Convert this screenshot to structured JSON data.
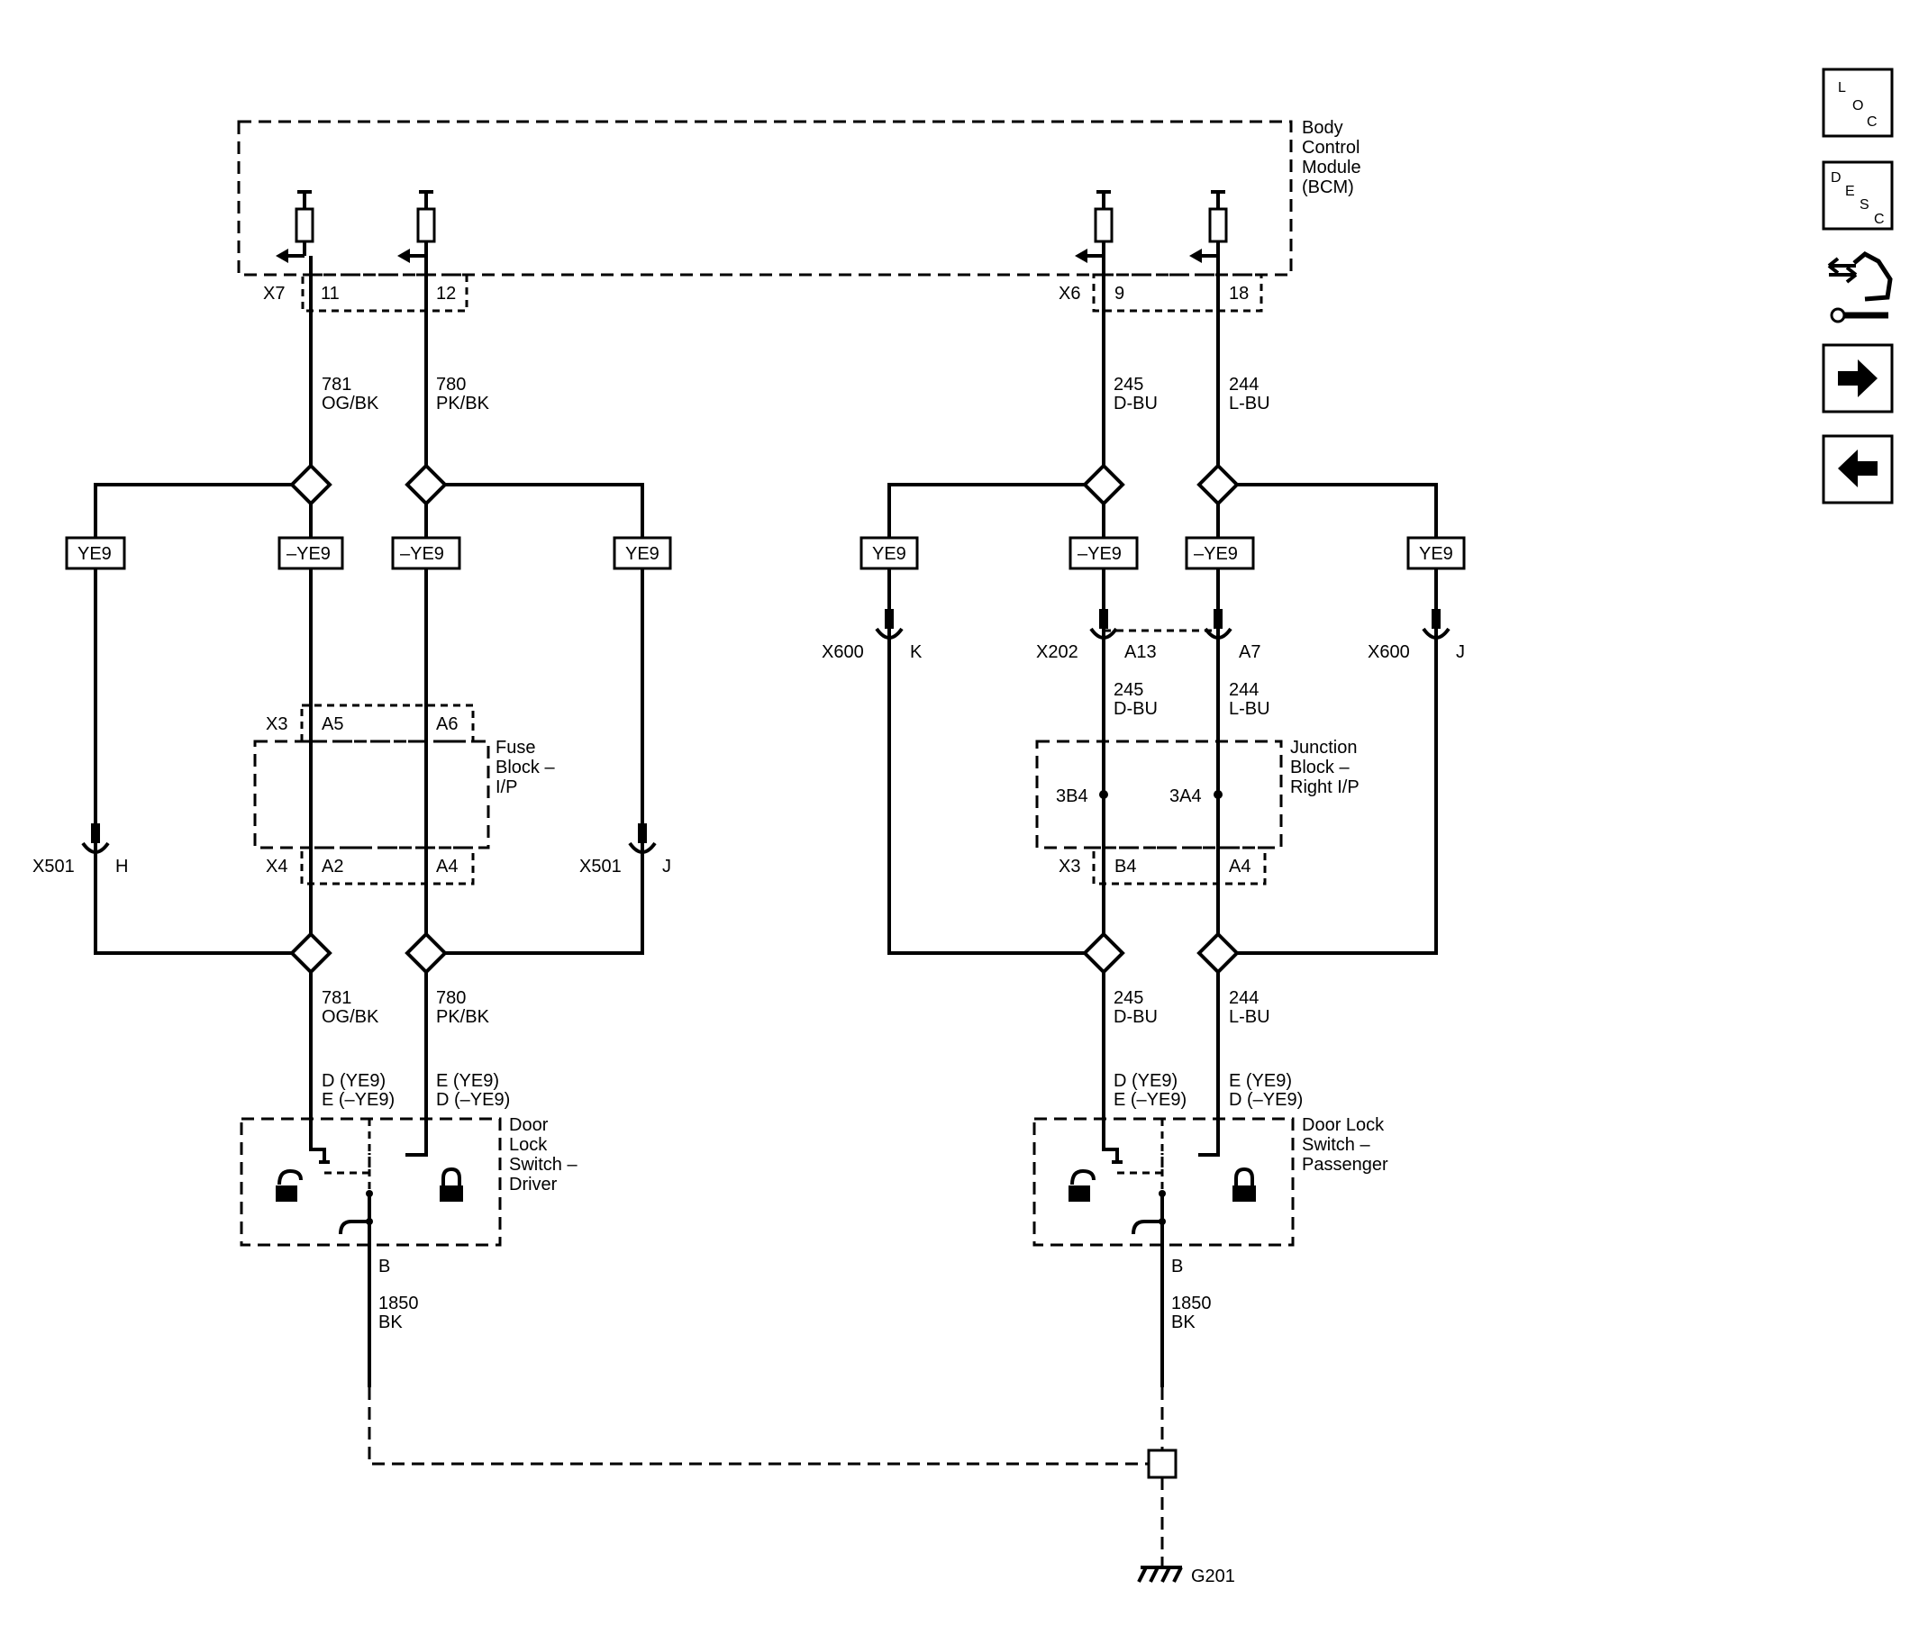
{
  "bcm": {
    "line1": "Body",
    "line2": "Control",
    "line3": "Module",
    "line4": "(BCM)"
  },
  "connectors": {
    "x7": "X7",
    "x6": "X6",
    "x3": "X3",
    "x4": "X4",
    "x501": "X501",
    "x600": "X600",
    "x202": "X202"
  },
  "pins": {
    "p11": "11",
    "p12": "12",
    "p9": "9",
    "p18": "18",
    "a5": "A5",
    "a6": "A6",
    "a2": "A2",
    "a4": "A4",
    "h": "H",
    "j": "J",
    "k": "K",
    "a13": "A13",
    "a7": "A7",
    "b4": "B4",
    "b3b4": "3B4",
    "a3a4": "3A4",
    "b": "B"
  },
  "wires": {
    "w781": "781",
    "og_bk": "OG/BK",
    "w780": "780",
    "pk_bk": "PK/BK",
    "w245": "245",
    "d_bu": "D-BU",
    "w244": "244",
    "l_bu": "L-BU",
    "w1850": "1850",
    "bk": "BK"
  },
  "options": {
    "ye9": "YE9",
    "not_ye9": "–YE9"
  },
  "fuse_block": {
    "line1": "Fuse",
    "line2": "Block –",
    "line3": "I/P"
  },
  "junction_block": {
    "line1": "Junction",
    "line2": "Block –",
    "line3": "Right I/P"
  },
  "switch_pins": {
    "d_ye9": "D (YE9)",
    "e_not_ye9": "E (–YE9)",
    "e_ye9": "E (YE9)",
    "d_not_ye9": "D (–YE9)"
  },
  "driver_switch": {
    "line1": "Door",
    "line2": "Lock",
    "line3": "Switch –",
    "line4": "Driver"
  },
  "passenger_switch": {
    "line1": "Door Lock",
    "line2": "Switch –",
    "line3": "Passenger"
  },
  "ground": "G201",
  "nav_icons": [
    "location-icon",
    "description-icon",
    "connector-tool-icon",
    "next-arrow-icon",
    "previous-arrow-icon"
  ],
  "nav": {
    "loc": {
      "l": "L",
      "o": "O",
      "c": "C"
    },
    "desc": {
      "d": "D",
      "e": "E",
      "s": "S",
      "c": "C"
    }
  }
}
